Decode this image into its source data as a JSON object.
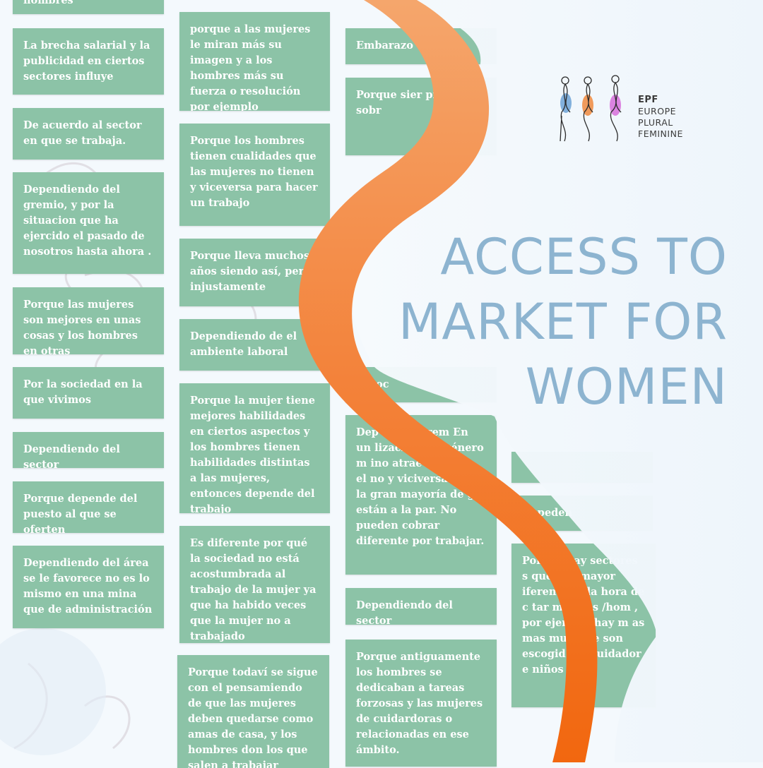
{
  "title": {
    "line1": "ACCESS TO",
    "line2": "MARKET FOR",
    "line3": "WOMEN"
  },
  "logo": {
    "abbr": "EPF",
    "line1": "EUROPE",
    "line2": "PLURAL",
    "line3": "FEMININE",
    "icon": "three-women-line-drawing"
  },
  "colors": {
    "note": "#8cc3a7",
    "title": "#8db4d0",
    "ribbon_light": "#f4a46a",
    "ribbon_dark": "#f26a18"
  },
  "notes": {
    "c1": [
      "hombres",
      "La brecha salarial y la publicidad en ciertos sectores influye",
      "De acuerdo al sector en que se trabaja.",
      "Dependiendo del gremio, y por la situacion que ha ejercido el pasado de nosotros hasta ahora .",
      "Porque las mujeres son mejores en unas cosas y los hombres en otras",
      "Por la sociedad en la que vivimos",
      "Dependiendo del sector",
      "Porque depende del puesto al que se oferten",
      "Dependiendo del área se le favorece no es lo mismo en una mina que de administración"
    ],
    "c2": [
      "porque a las mujeres le miran más su imagen y a los hombres más su fuerza o resolución por ejemplo",
      "Porque los hombres tienen cualidades que las mujeres no tienen y viceversa para hacer un trabajo",
      "Porque lleva muchos años siendo así, pero injustamente",
      "Dependiendo de el ambiente laboral",
      "Porque la mujer tiene mejores habilidades en ciertos aspectos y los hombres tienen habilidades distintas a las mujeres, entonces depende del trabajo",
      "Es diferente por qué la sociedad no está acostumbrada al trabajo de la mujer ya que ha habido veces que la mujer no a trabajado",
      "Porque todaví se sigue con el pensamiendo de que las mujeres deben quedarse como amas de casa, y los hombres don los que salen a trabajar"
    ],
    "c3": [
      "Embarazo",
      "Porque sier prioridad sobr",
      "la soc",
      "Dep de los grem En un lización del género m ino atrae más que el no y viciversa. Aun la gran mayoría de g s están a la par. No pueden cobrar diferente por trabajar.",
      "Dependiendo del sector",
      "Porque antiguamente los hombres se dedicaban a tareas forzosas y las mujeres de cuidardoras o relacionadas en ese ámbito."
    ],
    "c4": [
      "Depeden",
      "Porque hay sectores s que hay mayor iferencia a la hora de c tar mujeres /hom , por ejemplo hay m as mas mujere e son escogid mo cuidador e niños"
    ]
  }
}
